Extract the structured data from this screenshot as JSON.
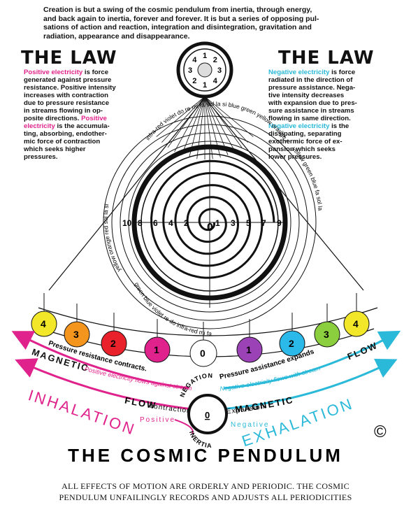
{
  "intro_lines": [
    "Creation is but a swing of the cosmic pendulum from inertia, through energy,",
    "and back again to inertia, forever and forever. It is but a series of opposing pul-",
    "sations of action and reaction, integration and disintegration, gravitation and",
    "radiation, appearance and disappearance."
  ],
  "left_law": {
    "title": "THE LAW",
    "lines": [
      {
        "text": "Positive electricity",
        "highlight": "is force"
      },
      {
        "text": "generated against pressure"
      },
      {
        "text": "resistance. Positive intensity"
      },
      {
        "text": "increases with contraction"
      },
      {
        "text": "due to pressure resistance"
      },
      {
        "text": "in streams flowing in op-"
      },
      {
        "text": "posite directions.",
        "highlight": "Positive"
      },
      {
        "text": "electricity",
        "highlight": "is the accumula-"
      },
      {
        "text": "ting, absorbing, endother-"
      },
      {
        "text": "mic force of contraction"
      },
      {
        "text": "which seeks higher"
      },
      {
        "text": "pressures."
      }
    ]
  },
  "right_law": {
    "title": "THE LAW",
    "lines": [
      {
        "text": "Negative electricity",
        "highlight": "is force"
      },
      {
        "text": "radiated in the direction of"
      },
      {
        "text": "pressure assistance. Nega-"
      },
      {
        "text": "tive intensity decreases"
      },
      {
        "text": "with expansion due to pres-"
      },
      {
        "text": "sure assistance in streams"
      },
      {
        "text": "flowing in same direction."
      },
      {
        "text": "Negative electricity",
        "highlight": "is the"
      },
      {
        "text": "dissipating, separating"
      },
      {
        "text": "exothermic force of ex-"
      },
      {
        "text": "pansion which seeks"
      },
      {
        "text": "lower pressures."
      }
    ]
  },
  "clock_numbers": [
    "1",
    "2",
    "3",
    "4",
    "1",
    "2",
    "3",
    "4"
  ],
  "spectrum_top": [
    "infra-red",
    "violet",
    "do",
    "re",
    "mi",
    "fa",
    "sol",
    "la",
    "si",
    "blue",
    "green",
    "yellow",
    "orange",
    "red"
  ],
  "spectrum_left": [
    "yellow",
    "orange",
    "red",
    "sol",
    "la",
    "si"
  ],
  "spectrum_right": [
    "yellow",
    "green",
    "blue",
    "fa",
    "sol",
    "la"
  ],
  "spectrum_bottom": [
    "green",
    "blue",
    "violet",
    "re",
    "do",
    "infra-red",
    "mi",
    "fa"
  ],
  "spiral_numbers": [
    "10",
    "8",
    "6",
    "4",
    "2",
    "1",
    "3",
    "5",
    "7",
    "9"
  ],
  "center_label": "0",
  "left_spheres": [
    {
      "label": "4",
      "color": "#f2e829"
    },
    {
      "label": "3",
      "color": "#f4951d"
    },
    {
      "label": "2",
      "color": "#e8212a"
    },
    {
      "label": "1",
      "color": "#e0238c"
    }
  ],
  "center_sphere": {
    "label": "0",
    "color": "#ffffff"
  },
  "right_spheres": [
    {
      "label": "1",
      "color": "#9b42b6"
    },
    {
      "label": "2",
      "color": "#2ab9e8"
    },
    {
      "label": "3",
      "color": "#8ccf3e"
    },
    {
      "label": "4",
      "color": "#f2e829"
    }
  ],
  "band_left_top": "Pressure resistance contracts.",
  "band_right_top": "Pressure assistance expands",
  "left_stream": {
    "title": "MAGNETIC",
    "flow": "FLOW",
    "note": "Positive electricity flows against stream",
    "contraction": "contraction",
    "positive": "Positive"
  },
  "right_stream": {
    "title": "MAGNETIC",
    "flow": "FLOW",
    "note": "Negative electricity flows with stream",
    "expansion": "Expansion",
    "negative": "Negative"
  },
  "negation": "NEGATION",
  "inertia": "INERTIA",
  "inhalation": "INHALATION",
  "exhalation": "EXHALATION",
  "copyright": "©",
  "main_title": "THE COSMIC PENDULUM",
  "caption_lines": [
    "ALL EFFECTS OF MOTION ARE ORDERLY AND PERIODIC.  THE COSMIC",
    "PENDULUM UNFAILINGLY RECORDS AND ADJUSTS ALL PERIODICITIES"
  ],
  "colors": {
    "positive": "#e0238c",
    "negative": "#2ab9d8",
    "ink": "#111111"
  }
}
